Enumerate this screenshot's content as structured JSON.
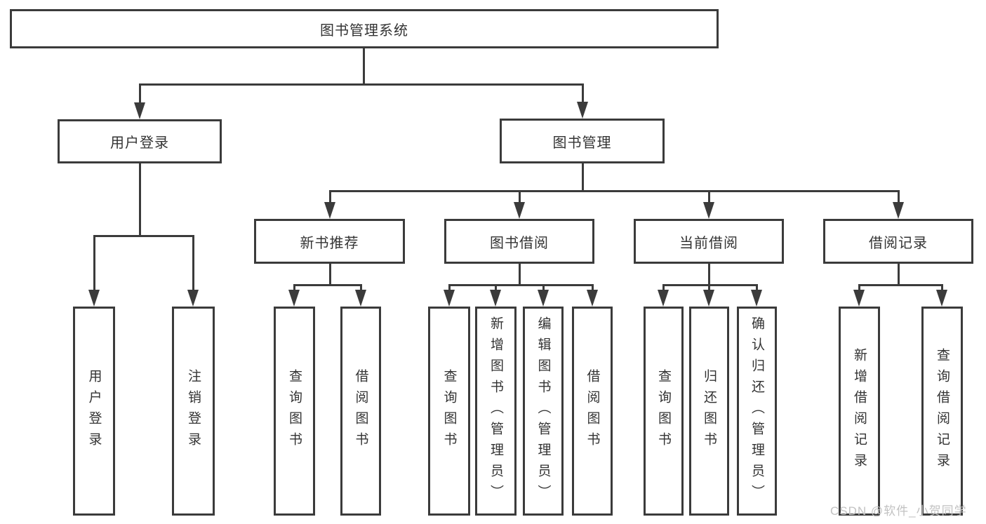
{
  "diagram": {
    "title": "图书管理系统",
    "level2": {
      "user_login": "用户登录",
      "book_mgmt": "图书管理"
    },
    "level3": {
      "new_rec": "新书推荐",
      "book_borrow": "图书借阅",
      "cur_borrow": "当前借阅",
      "borrow_rec": "借阅记录"
    },
    "leaves": {
      "user_login": "用户登录",
      "logout": "注销登录",
      "rec_query": "查询图书",
      "rec_borrow": "借阅图书",
      "bb_query": "查询图书",
      "bb_add": "新增图书（管理员）",
      "bb_edit": "编辑图书（管理员）",
      "bb_borrow": "借阅图书",
      "cb_query": "查询图书",
      "cb_return": "归还图书",
      "cb_confirm": "确认归还（管理员）",
      "br_add": "新增借阅记录",
      "br_query": "查询借阅记录"
    },
    "watermark": "CSDN @软件_小贺同学",
    "colors": {
      "line": "#3b3b3b",
      "text": "#333333",
      "background": "#ffffff",
      "watermark": "#c2c2c2"
    }
  }
}
